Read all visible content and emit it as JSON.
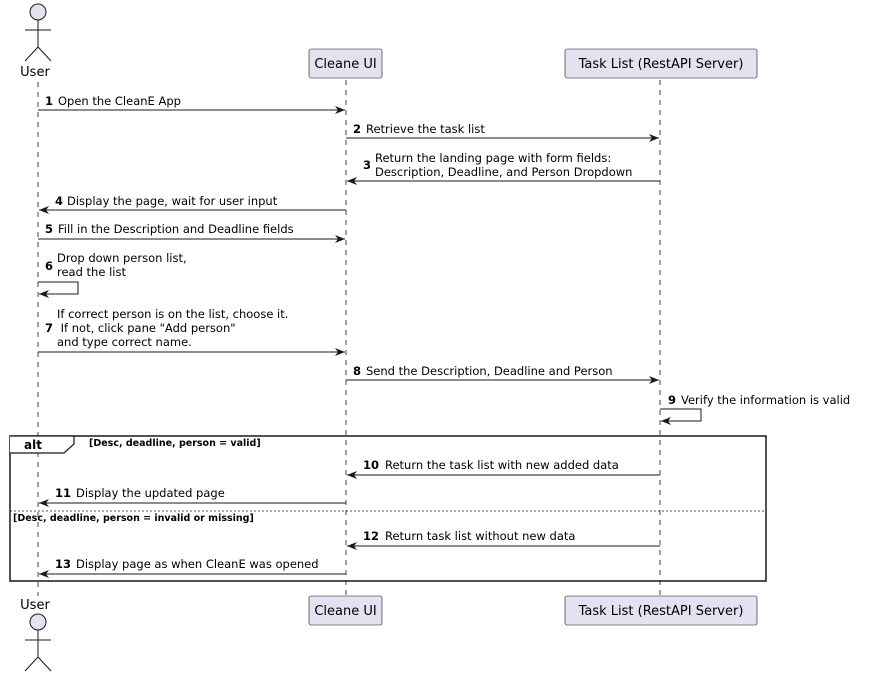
{
  "participants": [
    {
      "id": "user",
      "label": "User",
      "kind": "actor"
    },
    {
      "id": "ui",
      "label": "Cleane UI",
      "kind": "box"
    },
    {
      "id": "tasklist",
      "label": "Task List (RestAPI Server)",
      "kind": "box"
    }
  ],
  "messages": [
    {
      "number": "1",
      "from": "user",
      "to": "ui",
      "lines": [
        "Open the CleanE App"
      ]
    },
    {
      "number": "2",
      "from": "ui",
      "to": "tasklist",
      "lines": [
        "Retrieve the task list"
      ]
    },
    {
      "number": "3",
      "from": "tasklist",
      "to": "ui",
      "lines": [
        "Return the landing page with form fields:",
        "Description, Deadline, and Person Dropdown"
      ]
    },
    {
      "number": "4",
      "from": "ui",
      "to": "user",
      "lines": [
        "Display the page, wait for user input"
      ]
    },
    {
      "number": "5",
      "from": "user",
      "to": "ui",
      "lines": [
        "Fill in the Description and Deadline fields"
      ]
    },
    {
      "number": "6",
      "from": "user",
      "to": "user",
      "lines": [
        "Drop down person list,",
        "read the list"
      ]
    },
    {
      "number": "7",
      "from": "user",
      "to": "ui",
      "lines": [
        "If correct person is on the list, choose it.",
        " If not, click pane \"Add person\"",
        "and type correct name."
      ]
    },
    {
      "number": "8",
      "from": "ui",
      "to": "tasklist",
      "lines": [
        "Send the Description, Deadline and Person"
      ]
    },
    {
      "number": "9",
      "from": "tasklist",
      "to": "tasklist",
      "lines": [
        "Verify the information is valid"
      ]
    },
    {
      "number": "10",
      "from": "tasklist",
      "to": "ui",
      "lines": [
        "Return the task list with new added data"
      ]
    },
    {
      "number": "11",
      "from": "ui",
      "to": "user",
      "lines": [
        "Display the updated page"
      ]
    },
    {
      "number": "12",
      "from": "tasklist",
      "to": "ui",
      "lines": [
        "Return task list without new data"
      ]
    },
    {
      "number": "13",
      "from": "ui",
      "to": "user",
      "lines": [
        "Display page as when CleanE was opened"
      ]
    }
  ],
  "alt_fragment": {
    "keyword": "alt",
    "sections": [
      {
        "guard": "[Desc, deadline, person = valid]"
      },
      {
        "guard": "[Desc, deadline, person = invalid or missing]"
      }
    ]
  },
  "colors": {
    "participant_fill": "#e2e2f0",
    "participant_border": "#181818",
    "lifeline": "#181818",
    "arrow": "#181818"
  }
}
